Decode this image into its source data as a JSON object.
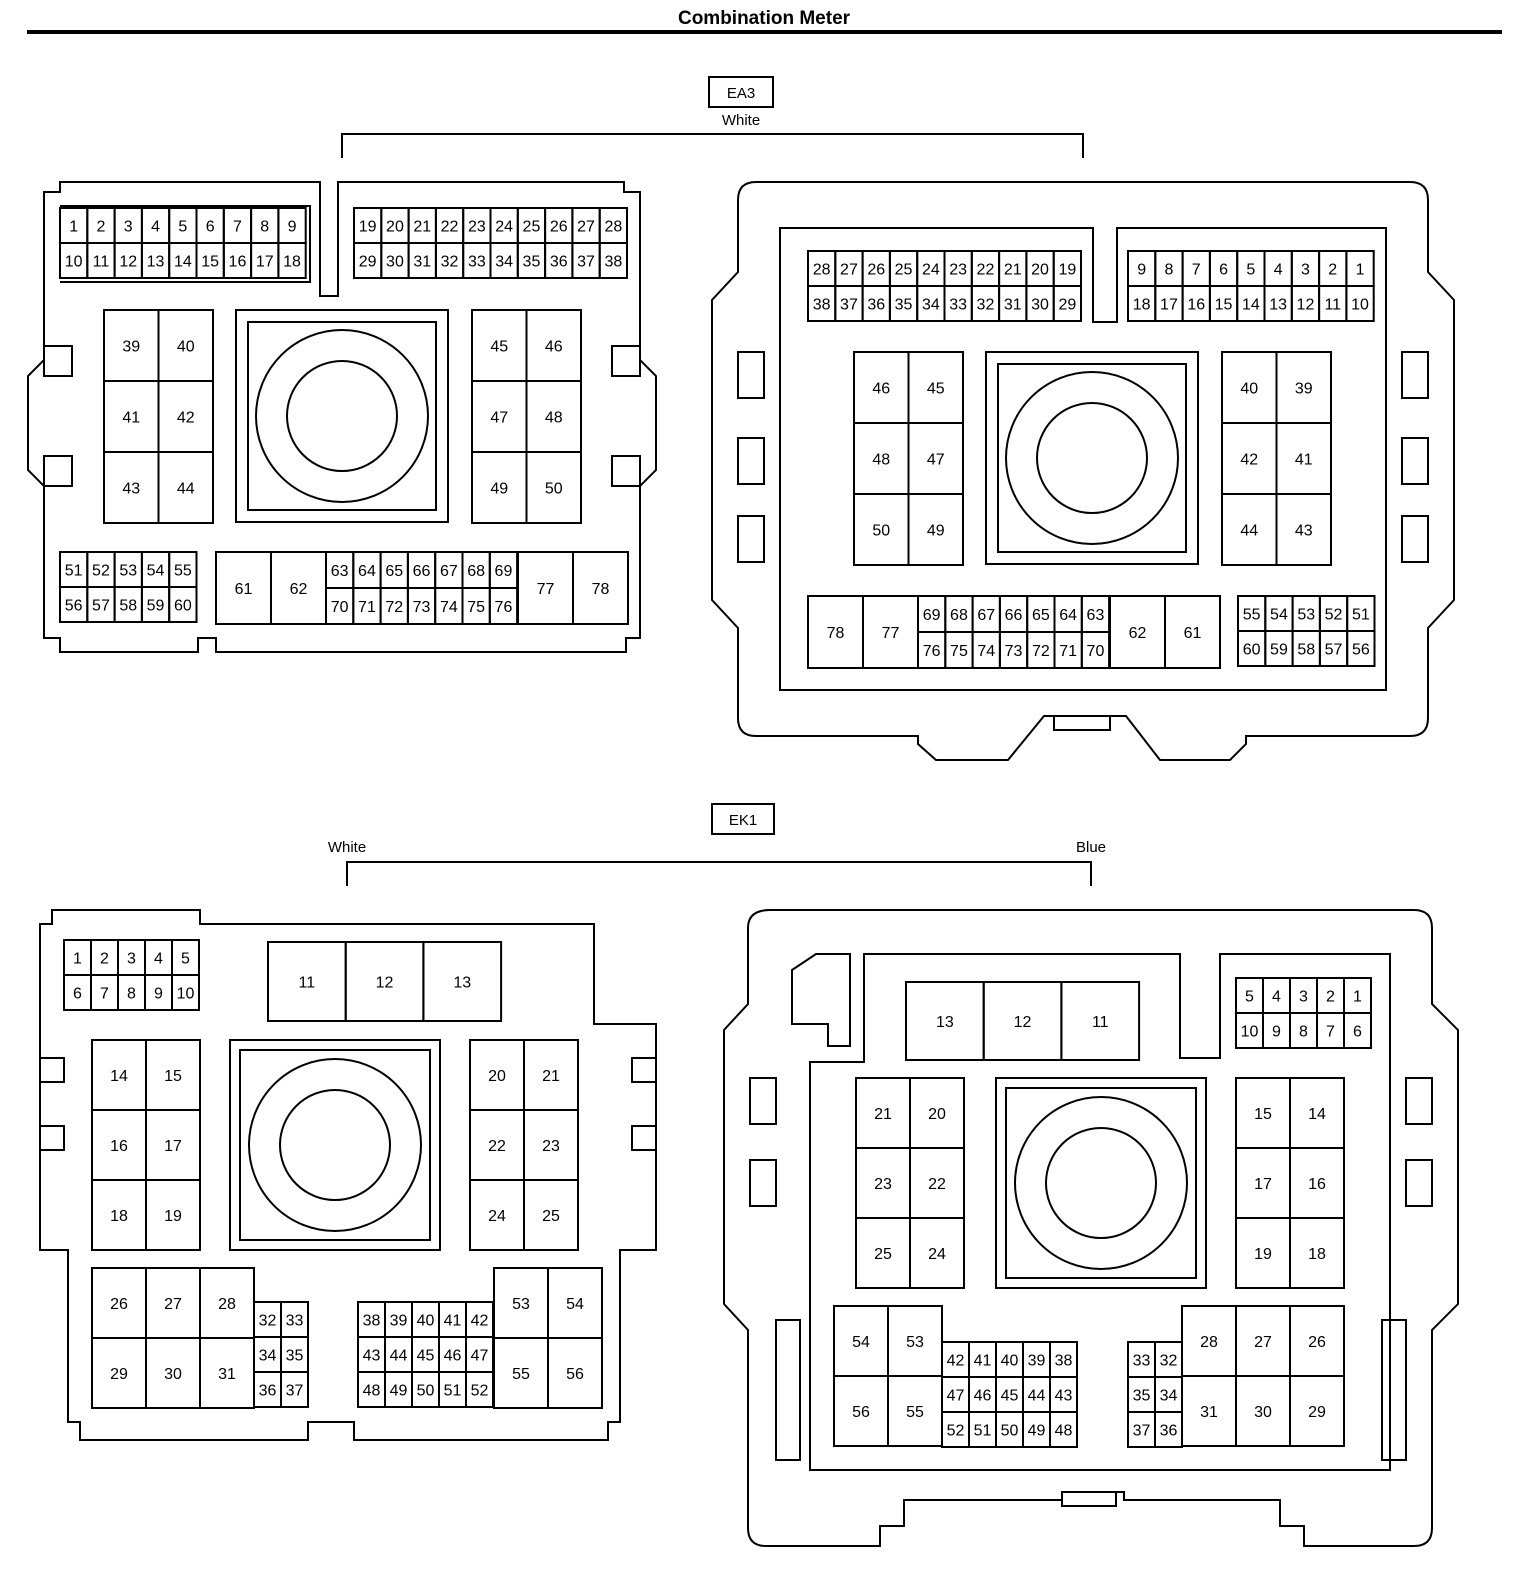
{
  "title": "Combination Meter",
  "ea3": {
    "code": "EA3",
    "color": "White"
  },
  "ek1": {
    "code": "EK1",
    "left_color": "White",
    "right_color": "Blue"
  }
}
